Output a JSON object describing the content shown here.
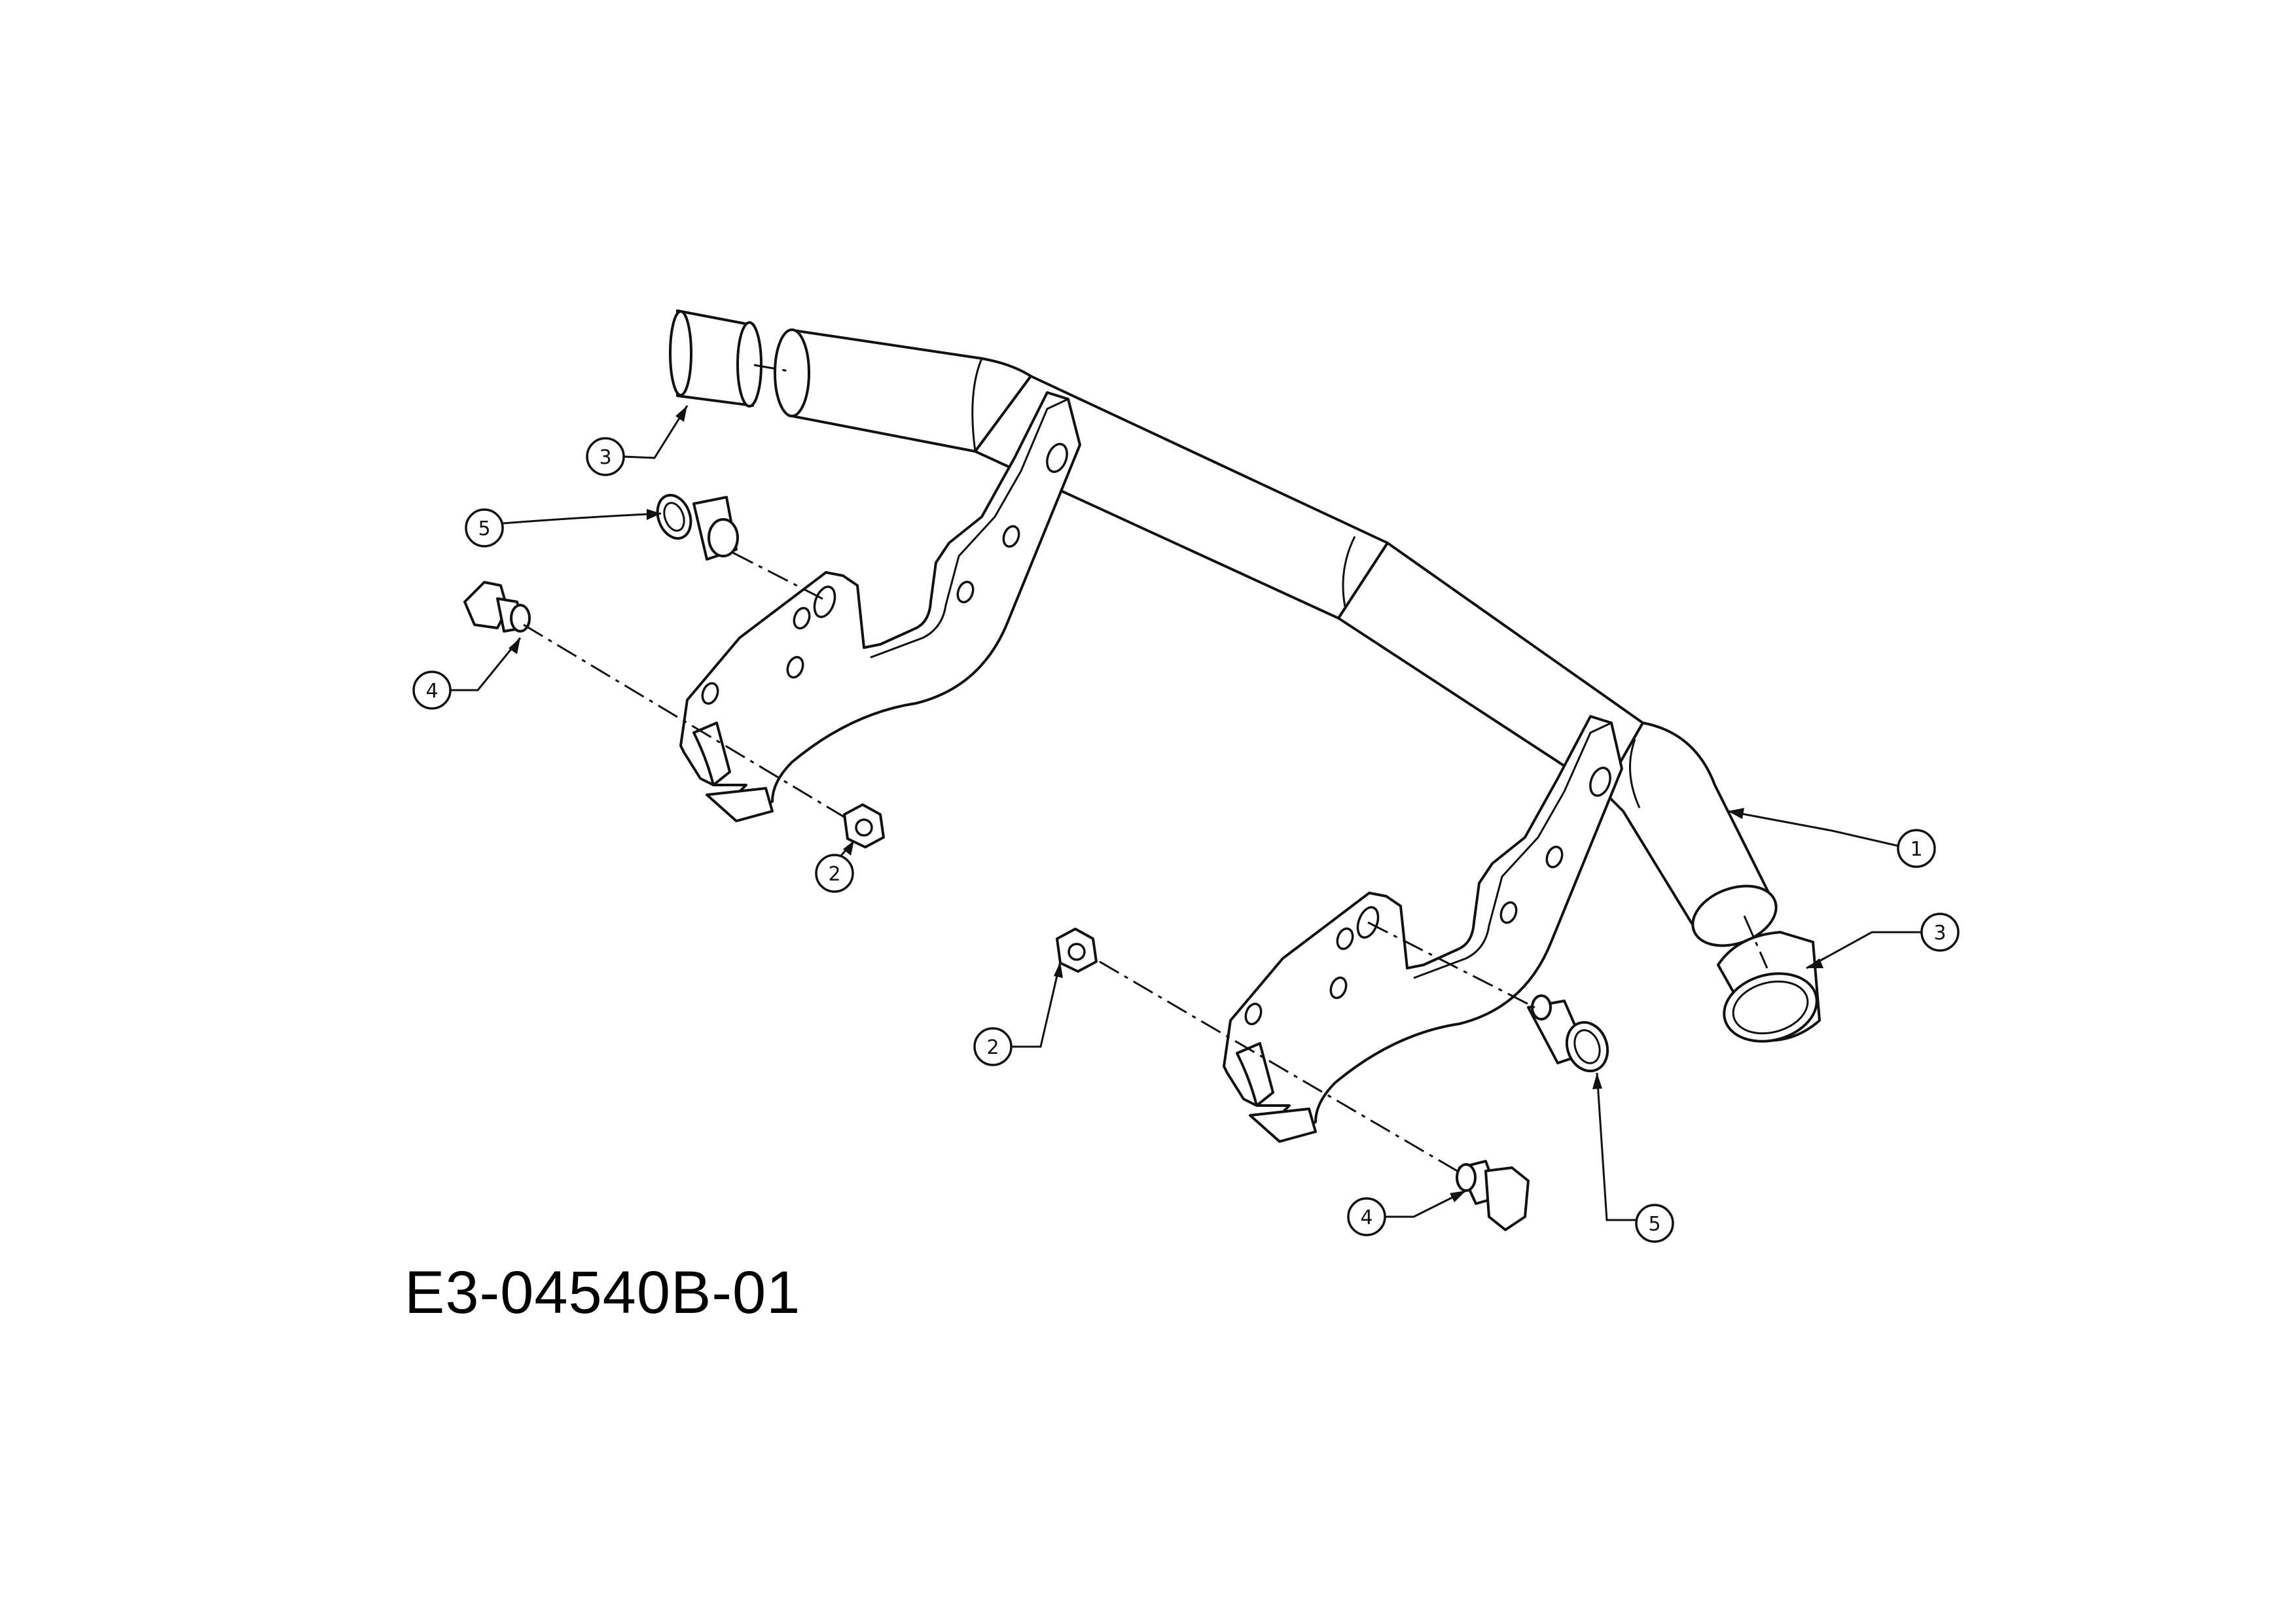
{
  "drawing": {
    "code": "E3-04540B-01"
  },
  "callouts": [
    {
      "id": "callout-1",
      "label": "1"
    },
    {
      "id": "callout-2-left",
      "label": "2"
    },
    {
      "id": "callout-2-right",
      "label": "2"
    },
    {
      "id": "callout-3-top",
      "label": "3"
    },
    {
      "id": "callout-3-right",
      "label": "3"
    },
    {
      "id": "callout-4-left",
      "label": "4"
    },
    {
      "id": "callout-4-right",
      "label": "4"
    },
    {
      "id": "callout-5-left",
      "label": "5"
    },
    {
      "id": "callout-5-right",
      "label": "5"
    }
  ],
  "colors": {
    "line": "#111111",
    "background": "#ffffff"
  }
}
